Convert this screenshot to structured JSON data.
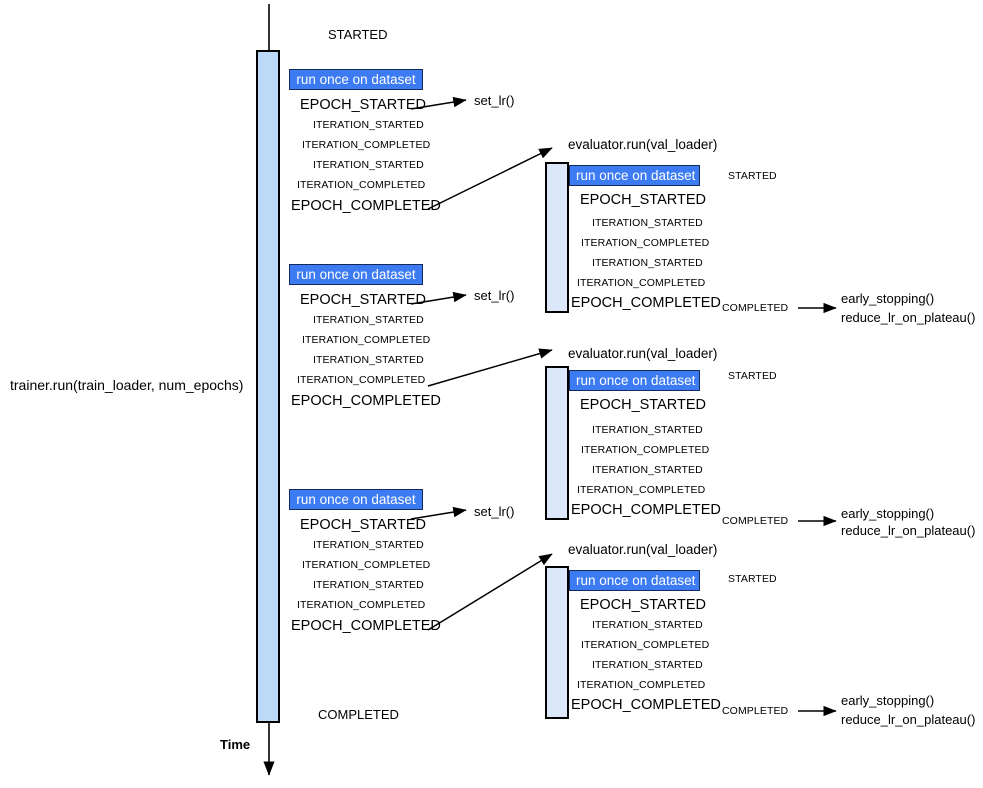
{
  "diagram": {
    "title_left": "trainer.run(train_loader, num_epochs)",
    "time_axis_label": "Time",
    "trainer": {
      "started_label": "STARTED",
      "completed_label": "COMPLETED",
      "run_box_label": "run once on dataset",
      "epochs": [
        {
          "events": [
            "EPOCH_STARTED",
            "ITERATION_STARTED",
            "ITERATION_COMPLETED",
            "ITERATION_STARTED",
            "ITERATION_COMPLETED",
            "EPOCH_COMPLETED"
          ],
          "handler": "set_lr()"
        },
        {
          "events": [
            "EPOCH_STARTED",
            "ITERATION_STARTED",
            "ITERATION_COMPLETED",
            "ITERATION_STARTED",
            "ITERATION_COMPLETED",
            "EPOCH_COMPLETED"
          ],
          "handler": "set_lr()"
        },
        {
          "events": [
            "EPOCH_STARTED",
            "ITERATION_STARTED",
            "ITERATION_COMPLETED",
            "ITERATION_STARTED",
            "ITERATION_COMPLETED",
            "EPOCH_COMPLETED"
          ],
          "handler": "set_lr()"
        }
      ]
    },
    "evaluators": [
      {
        "caption": "evaluator.run(val_loader)",
        "run_box_label": "run once on dataset",
        "started_label": "STARTED",
        "completed_label": "COMPLETED",
        "events": [
          "EPOCH_STARTED",
          "ITERATION_STARTED",
          "ITERATION_COMPLETED",
          "ITERATION_STARTED",
          "ITERATION_COMPLETED",
          "EPOCH_COMPLETED"
        ],
        "handlers": [
          "early_stopping()",
          "reduce_lr_on_plateau()"
        ]
      },
      {
        "caption": "evaluator.run(val_loader)",
        "run_box_label": "run once on dataset",
        "started_label": "STARTED",
        "completed_label": "COMPLETED",
        "events": [
          "EPOCH_STARTED",
          "ITERATION_STARTED",
          "ITERATION_COMPLETED",
          "ITERATION_STARTED",
          "ITERATION_COMPLETED",
          "EPOCH_COMPLETED"
        ],
        "handlers": [
          "early_stopping()",
          "reduce_lr_on_plateau()"
        ]
      },
      {
        "caption": "evaluator.run(val_loader)",
        "run_box_label": "run once on dataset",
        "started_label": "STARTED",
        "completed_label": "COMPLETED",
        "events": [
          "EPOCH_STARTED",
          "ITERATION_STARTED",
          "ITERATION_COMPLETED",
          "ITERATION_STARTED",
          "ITERATION_COMPLETED",
          "EPOCH_COMPLETED"
        ],
        "handlers": [
          "early_stopping()",
          "reduce_lr_on_plateau()"
        ]
      }
    ],
    "colors": {
      "trainer_bar": "#bcd9f7",
      "evaluator_bar": "#dce7f9",
      "run_box_fill": "#3d7bf2",
      "run_box_border": "#13295c",
      "stroke": "#000000",
      "background": "#ffffff"
    }
  }
}
